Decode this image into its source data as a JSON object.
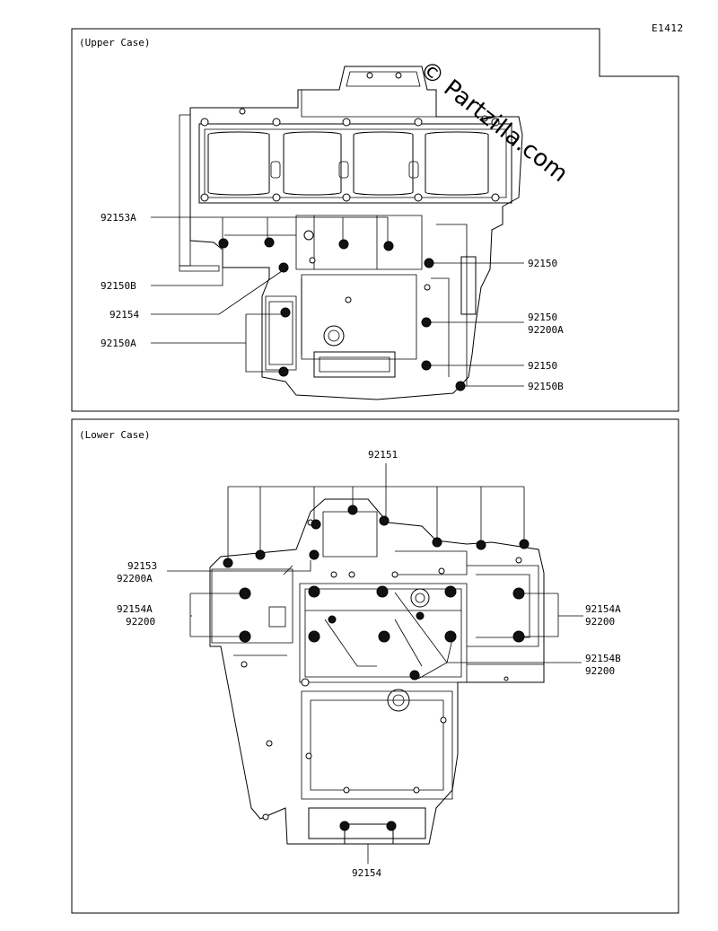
{
  "diagram_code": "E1412",
  "watermark": "© Partzilla.com",
  "upper_case": {
    "title": "(Upper Case)",
    "labels": {
      "p92153A": "92153A",
      "p92150B_left": "92150B",
      "p92154": "92154",
      "p92150A": "92150A",
      "p92150_top": "92150",
      "p92150_mid": "92150",
      "p92200A": "92200A",
      "p92150_low": "92150",
      "p92150B_right": "92150B"
    }
  },
  "lower_case": {
    "title": "(Lower Case)",
    "labels": {
      "p92151": "92151",
      "p92153": "92153",
      "p92200A": "92200A",
      "p92154A_left": "92154A",
      "p92200_left": "92200",
      "p92154A_right": "92154A",
      "p92200_right": "92200",
      "p92154B": "92154B",
      "p92200_b": "92200",
      "p92154_bottom": "92154"
    }
  }
}
